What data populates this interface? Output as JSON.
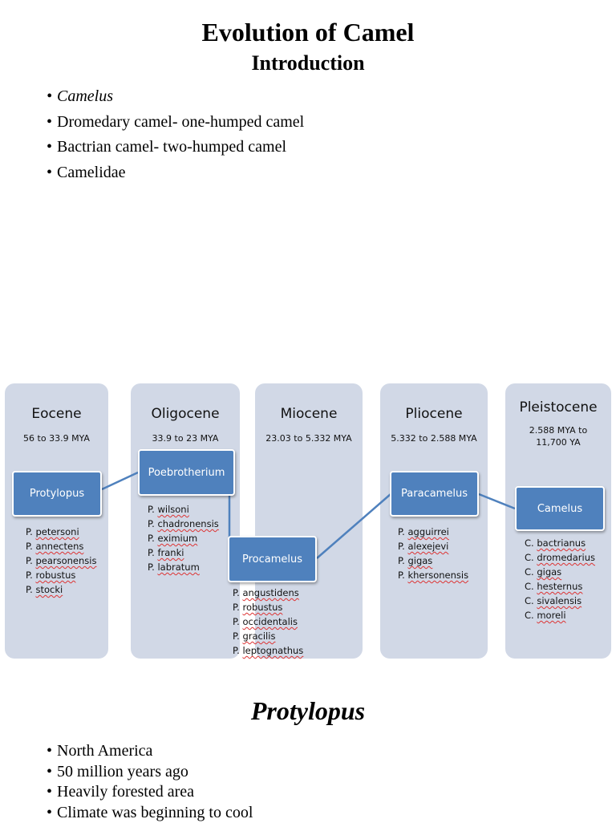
{
  "header": {
    "title": "Evolution of Camel",
    "subtitle": "Introduction"
  },
  "intro_bullets": [
    "Camelus",
    "Dromedary camel- one-humped camel",
    "Bactrian camel- two-humped camel",
    "Camelidae"
  ],
  "timeline": {
    "link_color": "#4f81bd",
    "column_color": "#d1d8e6",
    "box_color": "#4f81bd",
    "epochs": [
      {
        "name": "Eocene",
        "range": "56 to 33.9 MYA",
        "genus": "Protylopus",
        "species": [
          {
            "abbr": "P.",
            "name": "petersoni"
          },
          {
            "abbr": "P.",
            "name": "annectens"
          },
          {
            "abbr": "P.",
            "name": "pearsonensis"
          },
          {
            "abbr": "P.",
            "name": "robustus"
          },
          {
            "abbr": "P.",
            "name": "stocki"
          }
        ]
      },
      {
        "name": "Oligocene",
        "range": "33.9 to 23 MYA",
        "genus": "Poebrotherium",
        "species": [
          {
            "abbr": "P.",
            "name": "wilsoni"
          },
          {
            "abbr": "P.",
            "name": "chadronensis"
          },
          {
            "abbr": "P.",
            "name": "eximium"
          },
          {
            "abbr": "P.",
            "name": "franki"
          },
          {
            "abbr": "P.",
            "name": "labratum"
          }
        ]
      },
      {
        "name": "Miocene",
        "range": "23.03 to 5.332 MYA",
        "genus": "Procamelus",
        "species": [
          {
            "abbr": "P.",
            "name": "angustidens"
          },
          {
            "abbr": "P.",
            "name": "robustus"
          },
          {
            "abbr": "P.",
            "name": "occidentalis"
          },
          {
            "abbr": "P.",
            "name": "gracilis"
          },
          {
            "abbr": "P.",
            "name": "leptognathus"
          }
        ]
      },
      {
        "name": "Pliocene",
        "range": "5.332 to 2.588 MYA",
        "genus": "Paracamelus",
        "species": [
          {
            "abbr": "P.",
            "name": "agguirrei"
          },
          {
            "abbr": "P.",
            "name": "alexejevi"
          },
          {
            "abbr": "P.",
            "name": "gigas"
          },
          {
            "abbr": "P.",
            "name": "khersonensis"
          }
        ]
      },
      {
        "name": "Pleistocene",
        "range_line1": "2.588 MYA to",
        "range_line2": "11,700 YA",
        "genus": "Camelus",
        "species": [
          {
            "abbr": "C.",
            "name": "bactrianus"
          },
          {
            "abbr": "C.",
            "name": "dromedarius"
          },
          {
            "abbr": "C.",
            "name": "gigas"
          },
          {
            "abbr": "C.",
            "name": "hesternus"
          },
          {
            "abbr": "C.",
            "name": "sivalensis"
          },
          {
            "abbr": "C.",
            "name": "moreli"
          }
        ]
      }
    ]
  },
  "protylopus_section": {
    "heading": "Protylopus",
    "bullets": [
      "North America",
      "50 million years ago",
      "Heavily forested area",
      "Climate was beginning to cool"
    ]
  }
}
